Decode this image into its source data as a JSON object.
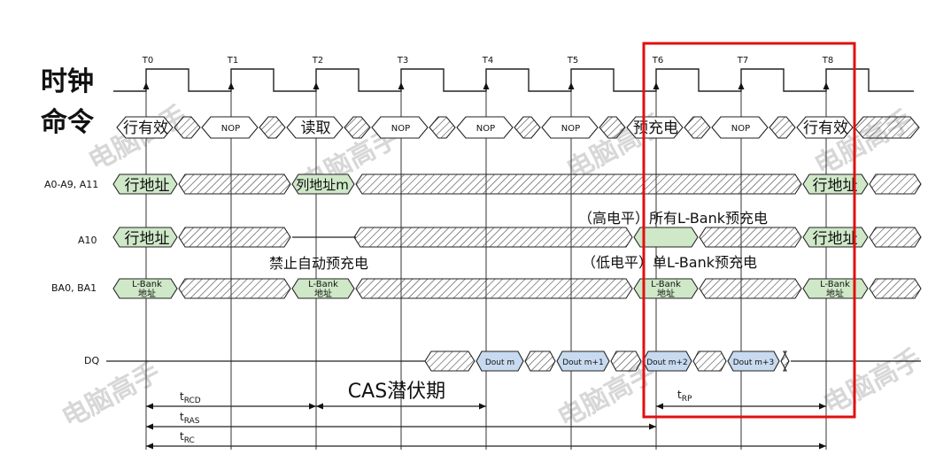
{
  "row_labels": {
    "clock": "时钟",
    "command": "命令",
    "address": "A0-A9, A11",
    "a10": "A10",
    "bank": "BA0, BA1",
    "dq": "DQ"
  },
  "clock_ticks": [
    "T0",
    "T1",
    "T2",
    "T3",
    "T4",
    "T5",
    "T6",
    "T7",
    "T8"
  ],
  "commands": [
    "行有效",
    "NOP",
    "读取",
    "NOP",
    "NOP",
    "NOP",
    "预充电",
    "NOP",
    "行有效"
  ],
  "address_labels": {
    "row_address": "行地址",
    "col_address": "列地址m"
  },
  "a10_notes": {
    "high_level": "（高电平）所有L-Bank预充电",
    "low_level": "（低电平）单L-Bank预充电",
    "disable_auto": "禁止自动预充电"
  },
  "bank_address": "L-Bank\n地址",
  "dq_outputs": [
    "Dout m",
    "Dout m+1",
    "Dout m+2",
    "Dout m+3"
  ],
  "timing_labels": {
    "trcd": {
      "main": "t",
      "sub": "RCD"
    },
    "tras": {
      "main": "t",
      "sub": "RAS"
    },
    "trc": {
      "main": "t",
      "sub": "RC"
    },
    "trp": {
      "main": "t",
      "sub": "RP"
    },
    "cas_latency": "CAS潜伏期"
  },
  "watermark": "电脑高手",
  "colors": {
    "valid_fill": "#cfe8c8",
    "data_fill": "#c8daf0",
    "highlight": "#e01010",
    "line": "#222222"
  }
}
